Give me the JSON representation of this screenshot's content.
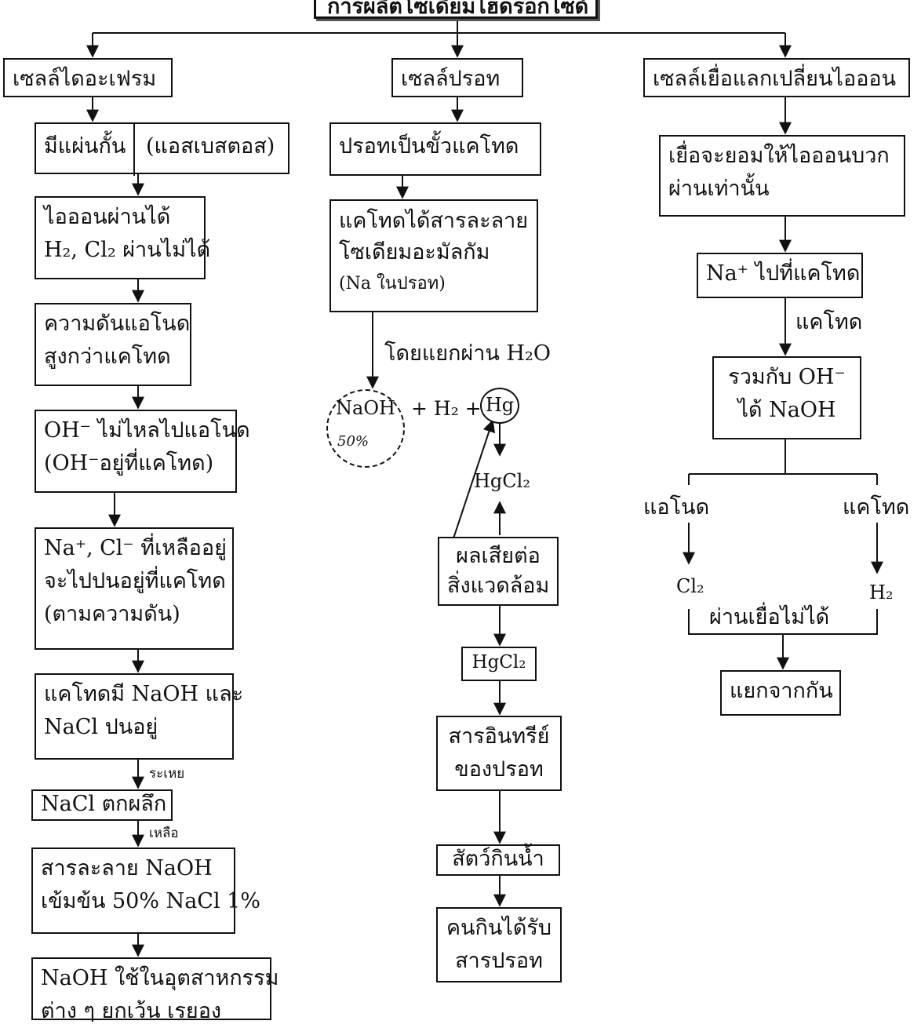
{
  "title": "การผลิตโซเดียมไฮดรอกไซด์",
  "diaphragm": {
    "header": "เซลล์ไดอะเฟรม",
    "separator": "มีแผ่นกั้น",
    "separator_note": "(แอสเบสตอส)",
    "ion_pass": [
      "ไอออนผ่านได้",
      "H₂, Cl₂ ผ่านไม่ได้"
    ],
    "pressure": [
      "ความดันแอโนด",
      "สูงกว่าแคโทด"
    ],
    "oh": [
      "OH⁻ ไม่ไหลไปแอโนด",
      "(OH⁻อยู่ที่แคโทด)"
    ],
    "mix": [
      "Na⁺, Cl⁻ ที่เหลืออยู่",
      "จะไปปนอยู่ที่แคโทด",
      "(ตามความดัน)"
    ],
    "cathode": [
      "แคโทดมี NaOH และ",
      "NaCl ปนอยู่"
    ],
    "evaporate": "ระเหย",
    "crystallize": "NaCl ตกผลึก",
    "remain": "เหลือ",
    "solution": [
      "สารละลาย NaOH",
      "เข้มข้น 50% NaCl 1%"
    ],
    "usage": [
      "NaOH ใช้ในอุตสาหกรรม",
      "ต่าง ๆ ยกเว้น เรยอง"
    ]
  },
  "mercury": {
    "header": "เซลล์ปรอท",
    "cathode": "ปรอทเป็นขั้วแคโทด",
    "amalgam": [
      "แคโทดได้สารละลาย",
      "โซเดียมอะมัลกัม",
      "(Na ในปรอท)"
    ],
    "via_water": "โดยแยกผ่าน H₂O",
    "naoh": "NaOH",
    "naoh_pct": "50%",
    "plus_h2": "+ H₂ +",
    "hg": "Hg",
    "hgcl2_top": "HgCl₂",
    "impact": [
      "ผลเสียต่อ",
      "สิ่งแวดล้อม"
    ],
    "hgcl2_box": "HgCl₂",
    "organic": [
      "สารอินทรีย์",
      "ของปรอท"
    ],
    "aquatic": "สัตว์กินน้ำ",
    "human": [
      "คนกินได้รับ",
      "สารปรอท"
    ]
  },
  "membrane": {
    "header": "เซลล์เยื่อแลกเปลี่ยนไอออน",
    "allow": [
      "เยื่อจะยอมให้ไอออนบวก",
      "ผ่านเท่านั้น"
    ],
    "na_to_cathode": "Na⁺ ไปที่แคโทด",
    "cathode_label": "แคโทด",
    "combine": [
      "รวมกับ OH⁻",
      "ได้ NaOH"
    ],
    "anode": "แอโนด",
    "cathode": "แคโทด",
    "cl2": "Cl₂",
    "h2": "H₂",
    "no_pass": "ผ่านเยื่อไม่ได้",
    "separate": "แยกจากกัน"
  }
}
